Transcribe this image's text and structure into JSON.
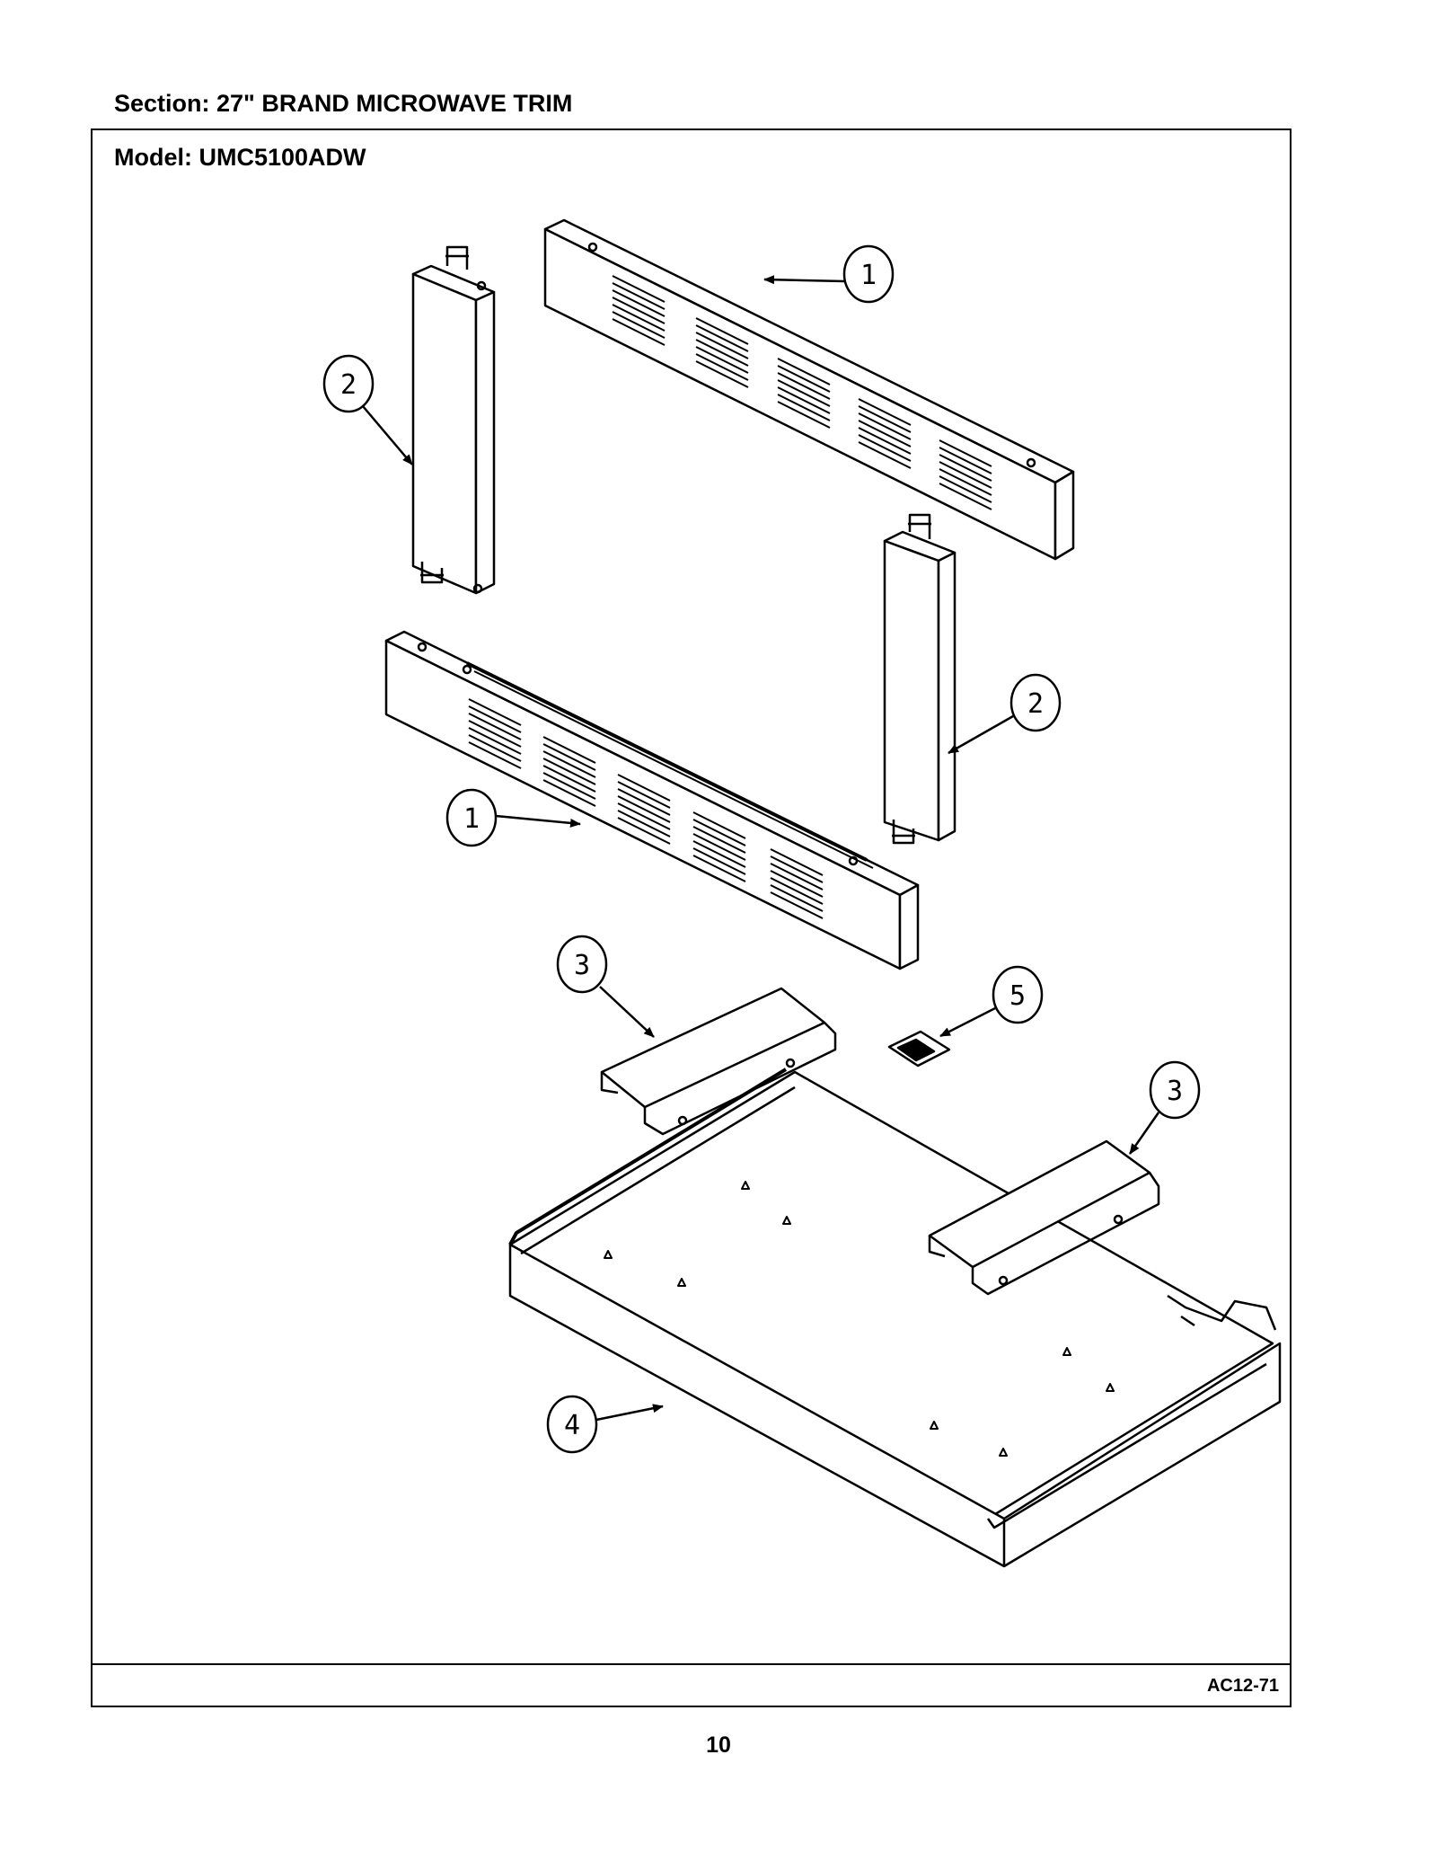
{
  "header": {
    "section_title": "Section:  27\" BRAND MICROWAVE TRIM"
  },
  "frame": {
    "model_title": "Model:  UMC5100ADW",
    "figure_code": "AC12-71"
  },
  "page": {
    "number": "10"
  },
  "parts": [
    {
      "id": "top-trim-panel",
      "callout": "1"
    },
    {
      "id": "left-side-trim",
      "callout": "2"
    },
    {
      "id": "right-side-trim",
      "callout": "2"
    },
    {
      "id": "bottom-trim-panel",
      "callout": "1"
    },
    {
      "id": "left-bracket",
      "callout": "3"
    },
    {
      "id": "clip",
      "callout": "5"
    },
    {
      "id": "right-bracket",
      "callout": "3"
    },
    {
      "id": "base-tray",
      "callout": "4"
    }
  ]
}
